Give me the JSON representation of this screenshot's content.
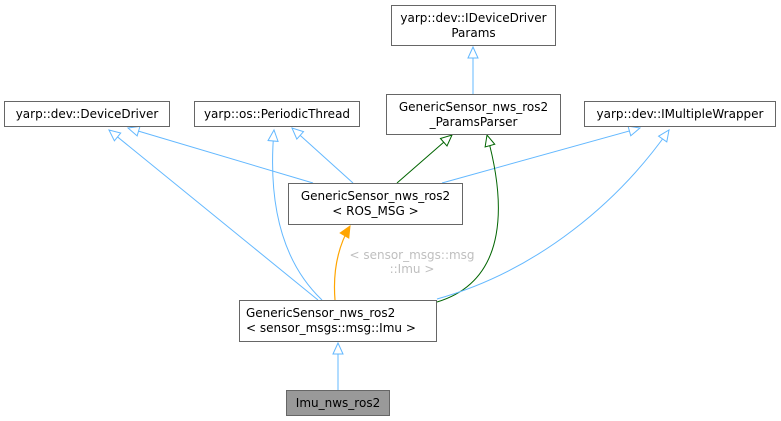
{
  "diagram": {
    "nodes": {
      "idevicedriverparams": {
        "line1": "yarp::dev::IDeviceDriver",
        "line2": "Params"
      },
      "devicedriver": {
        "line1": "yarp::dev::DeviceDriver"
      },
      "periodicthread": {
        "line1": "yarp::os::PeriodicThread"
      },
      "paramsparser": {
        "line1": "GenericSensor_nws_ros2",
        "line2": "_ParamsParser"
      },
      "imultiplewrapper": {
        "line1": "yarp::dev::IMultipleWrapper"
      },
      "template": {
        "line1": "GenericSensor_nws_ros2",
        "line2": "< ROS_MSG >"
      },
      "instance": {
        "line1": "GenericSensor_nws_ros2",
        "line2": "< sensor_msgs::msg::Imu >"
      },
      "imu": {
        "line1": "Imu_nws_ros2"
      }
    },
    "edge_label": {
      "line1": "< sensor_msgs::msg",
      "line2": "::Imu >"
    },
    "colors": {
      "inheritance": "#63b8ff",
      "protected": "#006400",
      "template": "#ffa500",
      "box_border": "#666666",
      "current_fill": "#999999"
    }
  }
}
